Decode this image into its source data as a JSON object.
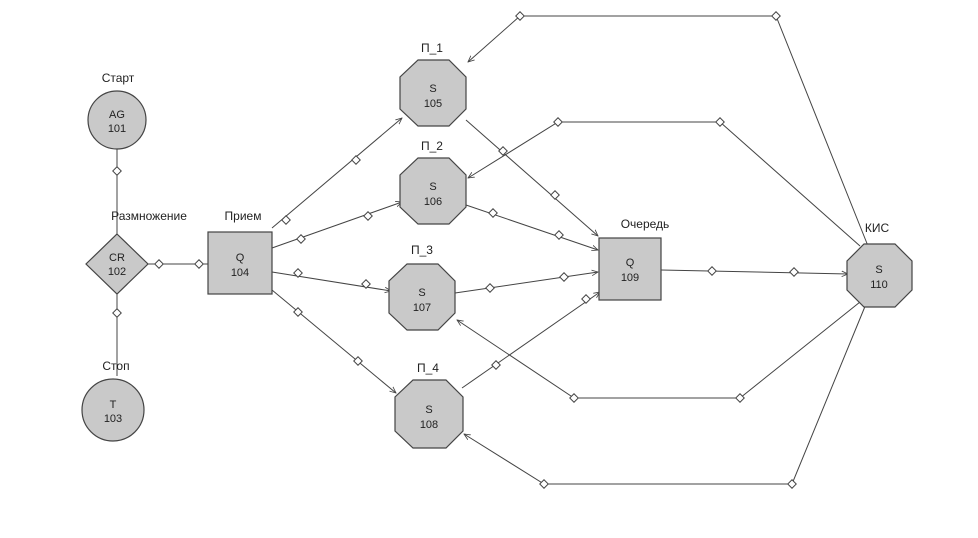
{
  "nodes": {
    "n101": {
      "label": "Старт",
      "code": "AG",
      "id": "101"
    },
    "n102": {
      "label": "Размножение",
      "code": "CR",
      "id": "102"
    },
    "n103": {
      "label": "Стоп",
      "code": "T",
      "id": "103"
    },
    "n104": {
      "label": "Прием",
      "code": "Q",
      "id": "104"
    },
    "n105": {
      "label": "П_1",
      "code": "S",
      "id": "105"
    },
    "n106": {
      "label": "П_2",
      "code": "S",
      "id": "106"
    },
    "n107": {
      "label": "П_3",
      "code": "S",
      "id": "107"
    },
    "n108": {
      "label": "П_4",
      "code": "S",
      "id": "108"
    },
    "n109": {
      "label": "Очередь",
      "code": "Q",
      "id": "109"
    },
    "n110": {
      "label": "КИС",
      "code": "S",
      "id": "110"
    }
  },
  "colors": {
    "node_fill": "#c9c9c9",
    "line": "#444444",
    "background": "#ffffff"
  }
}
